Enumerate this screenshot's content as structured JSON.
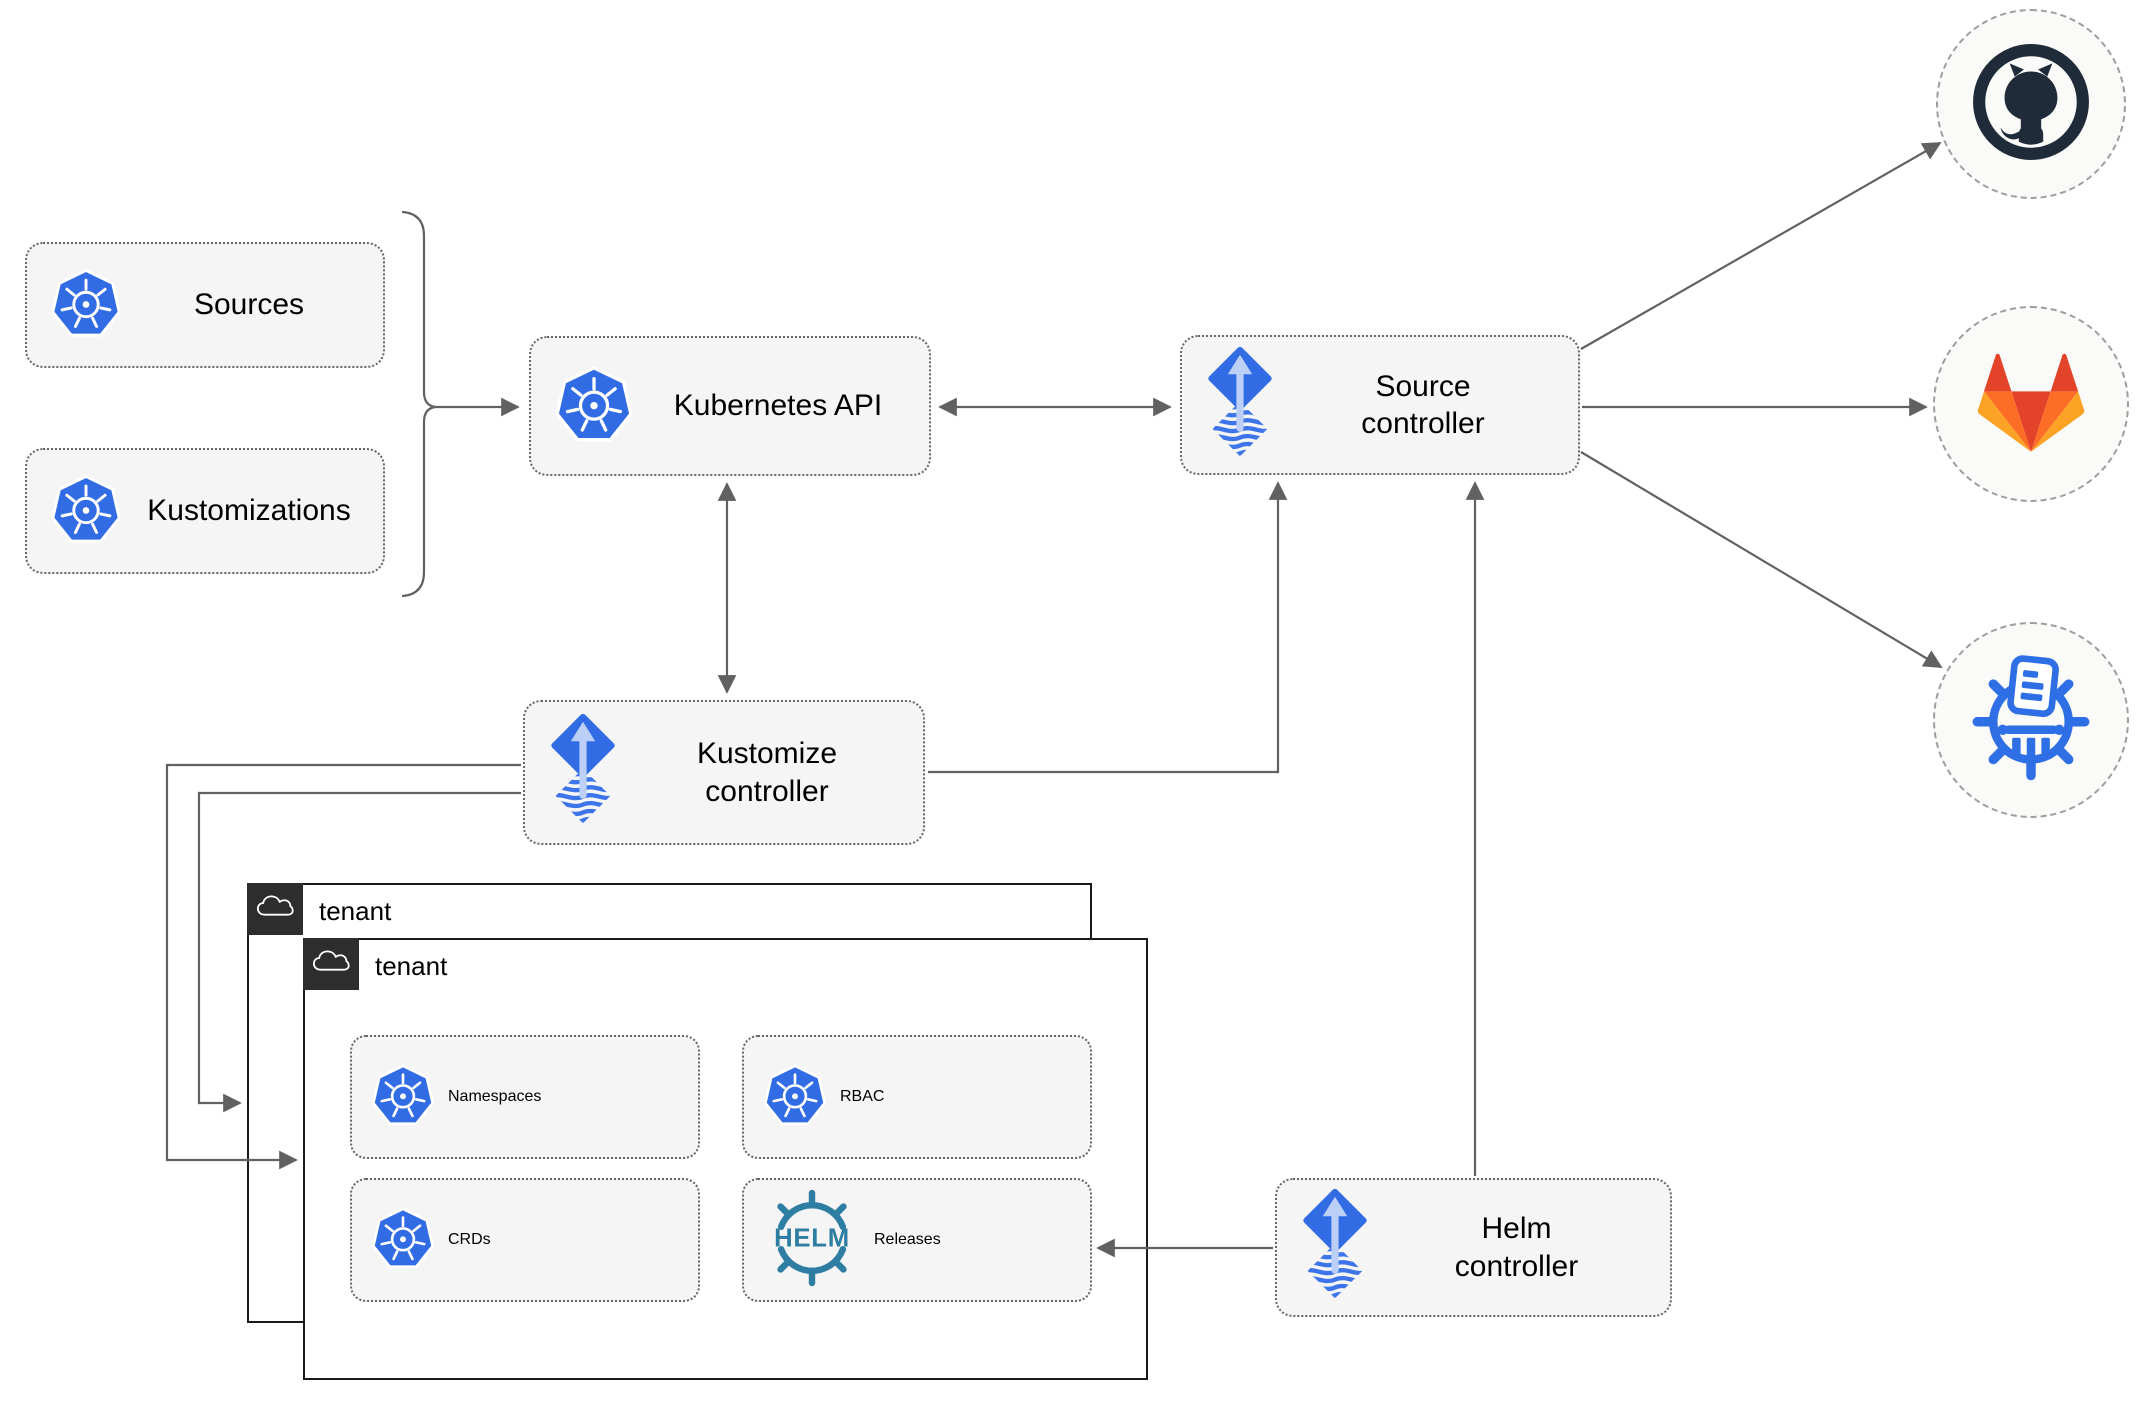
{
  "diagram": {
    "type": "architecture-diagram",
    "subject": "Flux GitOps multi-tenant architecture"
  },
  "nodes": {
    "sources": {
      "label": "Sources",
      "icon": "kubernetes-icon"
    },
    "kustomizations": {
      "label": "Kustomizations",
      "icon": "kubernetes-icon"
    },
    "kubernetes_api": {
      "label": "Kubernetes API",
      "icon": "kubernetes-icon"
    },
    "source_controller": {
      "label": "Source controller",
      "icon": "flux-icon"
    },
    "kustomize_controller": {
      "label": "Kustomize controller",
      "icon": "flux-icon"
    },
    "helm_controller": {
      "label": "Helm controller",
      "icon": "flux-icon"
    },
    "tenant_outer": {
      "label": "tenant",
      "icon": "cloud-icon"
    },
    "tenant_inner": {
      "label": "tenant",
      "icon": "cloud-icon"
    },
    "namespaces": {
      "label": "Namespaces",
      "icon": "kubernetes-icon"
    },
    "rbac": {
      "label": "RBAC",
      "icon": "kubernetes-icon"
    },
    "crds": {
      "label": "CRDs",
      "icon": "kubernetes-icon"
    },
    "releases": {
      "label": "Releases",
      "icon": "helm-icon"
    },
    "github": {
      "icon": "github-icon"
    },
    "gitlab": {
      "icon": "gitlab-icon"
    },
    "chartmuseum": {
      "icon": "chartmuseum-icon"
    }
  },
  "edges": [
    {
      "from": "sources+kustomizations",
      "to": "kubernetes_api",
      "style": "brace-then-arrow"
    },
    {
      "from": "kubernetes_api",
      "to": "source_controller",
      "style": "double-arrow"
    },
    {
      "from": "kubernetes_api",
      "to": "kustomize_controller",
      "style": "double-arrow"
    },
    {
      "from": "kustomize_controller",
      "to": "source_controller",
      "style": "arrow"
    },
    {
      "from": "helm_controller",
      "to": "source_controller",
      "style": "arrow"
    },
    {
      "from": "kustomize_controller",
      "to": "tenant_inner",
      "style": "arrow"
    },
    {
      "from": "kustomize_controller",
      "to": "tenant_outer",
      "style": "arrow"
    },
    {
      "from": "helm_controller",
      "to": "releases",
      "style": "arrow"
    },
    {
      "from": "source_controller",
      "to": "github",
      "style": "arrow"
    },
    {
      "from": "source_controller",
      "to": "gitlab",
      "style": "arrow"
    },
    {
      "from": "source_controller",
      "to": "chartmuseum",
      "style": "arrow"
    }
  ],
  "colors": {
    "box_fill": "#f5f5f5",
    "box_border": "#666666",
    "line": "#616161",
    "tenant_border": "#1a1a1a",
    "tenant_tab": "#2d2d2d",
    "kubernetes_blue": "#326ce5",
    "flux_blue": "#316ce4",
    "flux_light_arrow": "#bcd0f7",
    "helm_teal": "#2e7da3",
    "github_dark": "#1f2b38",
    "gitlab_red": "#e24329",
    "gitlab_orange": "#fc6d26",
    "gitlab_amber": "#fca326",
    "chartmuseum_blue": "#2f6fe5",
    "endpoint_fill": "#fafaf8"
  }
}
